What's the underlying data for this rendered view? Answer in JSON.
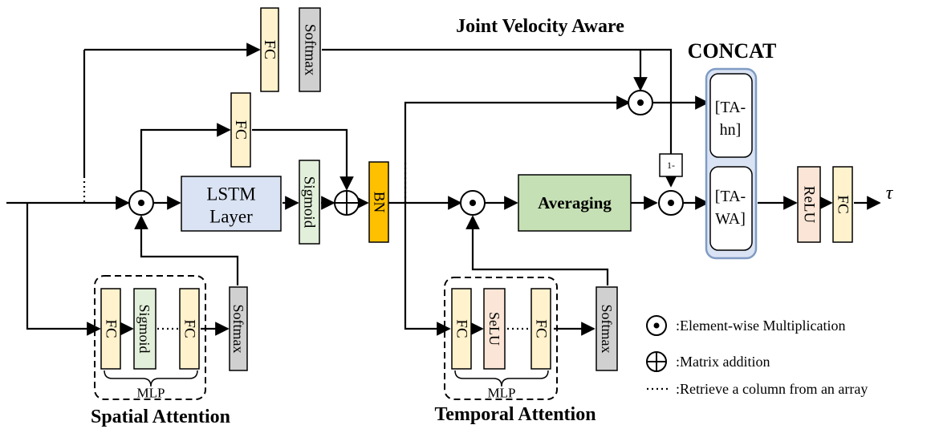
{
  "labels": {
    "joint_velocity_aware": "Joint Velocity Aware",
    "concat": "CONCAT",
    "spatial_attention": "Spatial Attention",
    "temporal_attention": "Temporal Attention",
    "mlp": "MLP",
    "tau": "τ"
  },
  "blocks": {
    "fc": "FC",
    "softmax": "Softmax",
    "sigmoid": "Sigmoid",
    "selu": "SeLU",
    "bn": "BN",
    "relu": "ReLU",
    "lstm_line1": "LSTM",
    "lstm_line2": "Layer",
    "averaging": "Averaging",
    "one_minus": "1-",
    "ta_hn_line1": "[TA-",
    "ta_hn_line2": "hn]",
    "ta_wa_line1": "[TA-",
    "ta_wa_line2": "WA]"
  },
  "legend": {
    "element_wise": ":Element-wise Multiplication",
    "matrix_addition": ":Matrix addition",
    "retrieve_column": ":Retrieve a column from an array"
  },
  "colors": {
    "fc_fill": "#fff2cc",
    "softmax_fill": "#d0d0d0",
    "sigmoid_fill": "#e2efda",
    "selu_fill": "#fbe5d6",
    "relu_fill": "#fbe5d6",
    "bn_fill": "#ffc000",
    "lstm_fill": "#dae3f3",
    "averaging_fill": "#c5e0b4",
    "concat_fill": "#dae3f3",
    "concat_stroke": "#7f9bc4"
  }
}
